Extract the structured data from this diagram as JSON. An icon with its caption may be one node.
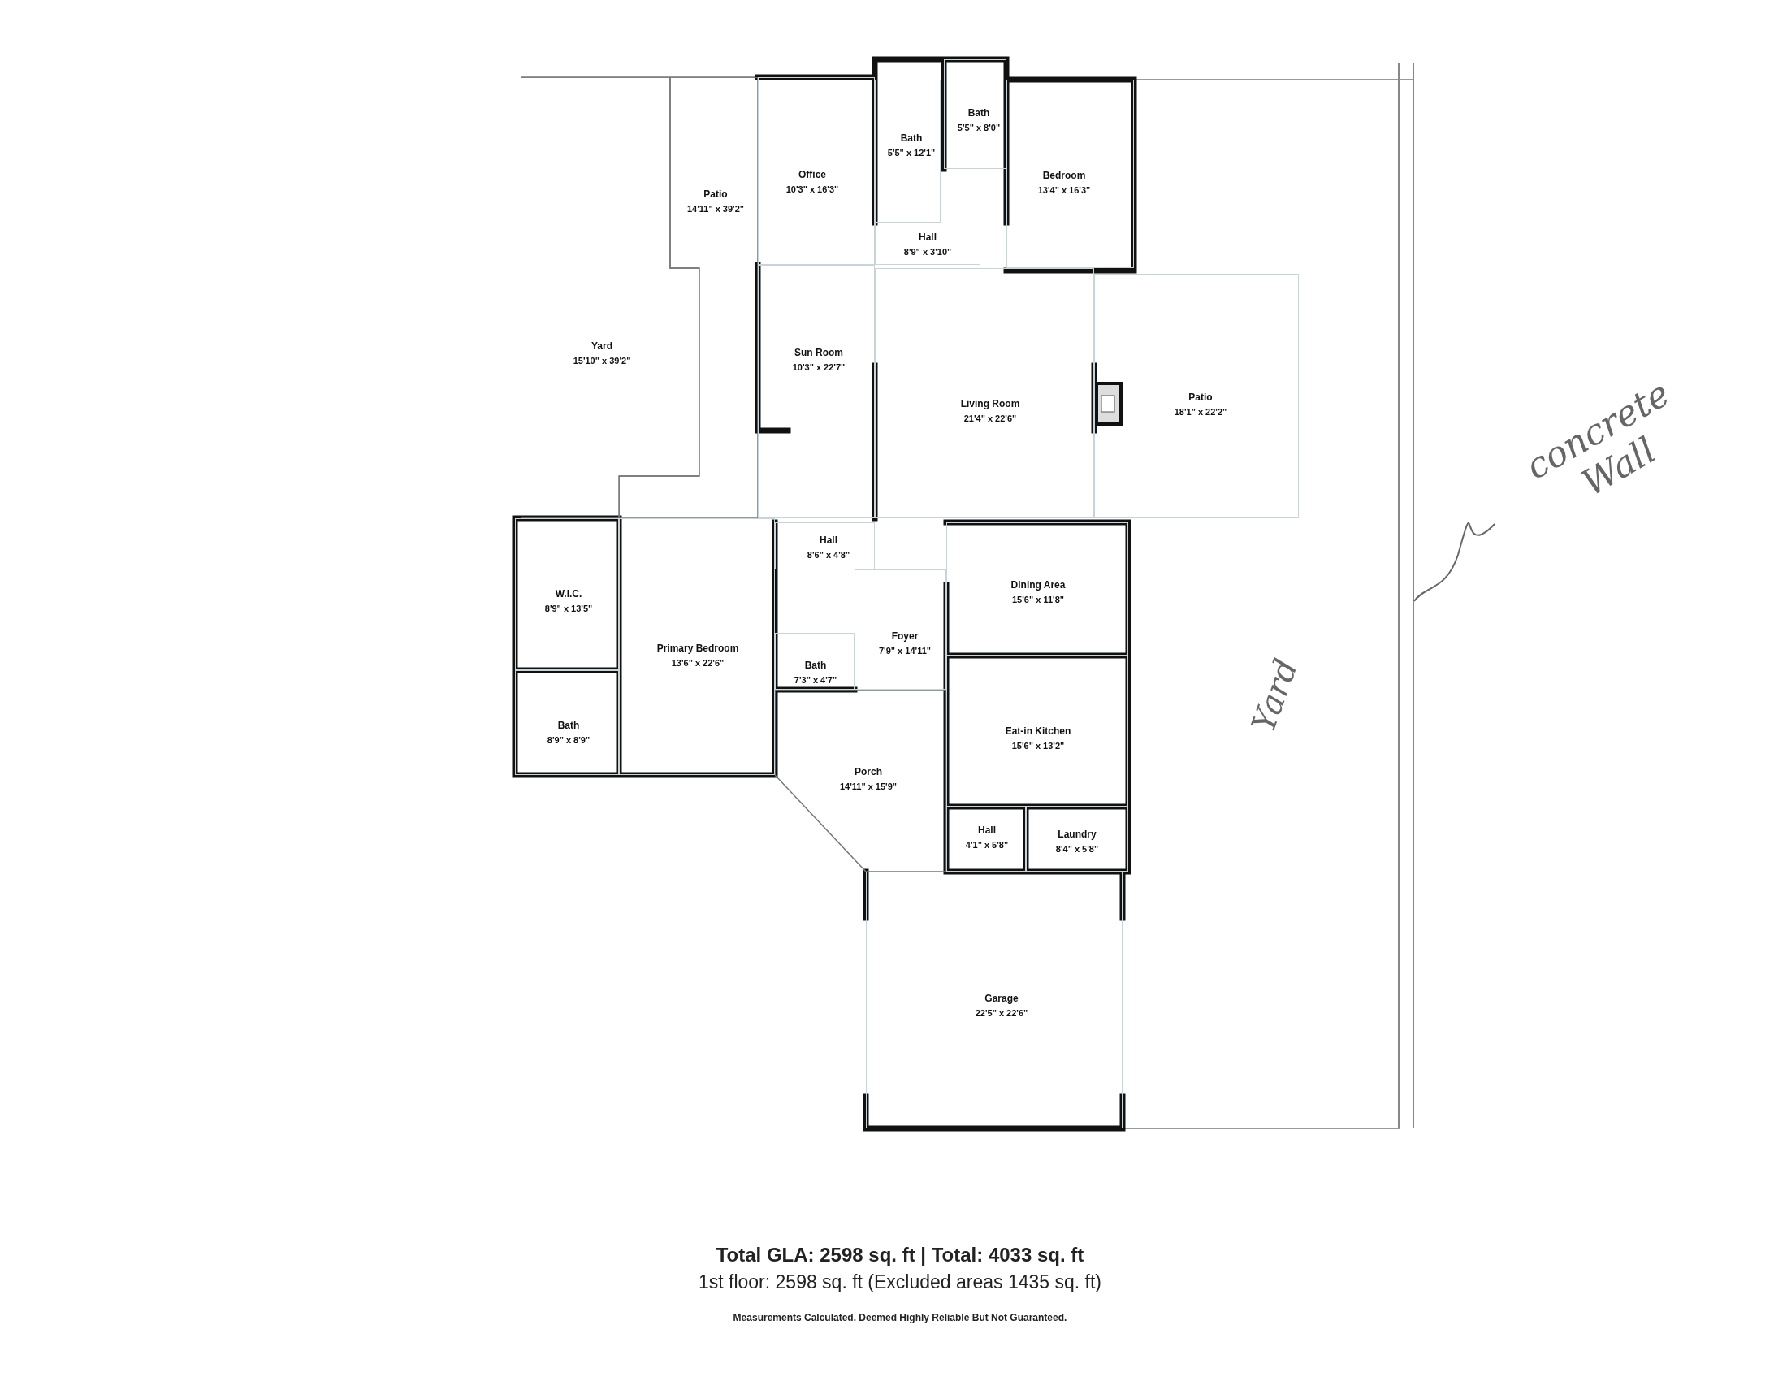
{
  "diagram": {
    "nodes": [
      {
        "text": [
          "Bath",
          "5'5\" x 8'0\""
        ]
      },
      {
        "text": [
          "Bath",
          "5'5\" x 12'1\""
        ]
      },
      {
        "text": [
          "Office",
          "10'3\" x 16'3\""
        ]
      },
      {
        "text": [
          "Bedroom",
          "13'4\" x 16'3\""
        ]
      },
      {
        "text": [
          "Patio",
          "14'11\" x 39'2\""
        ]
      },
      {
        "text": [
          "Yard",
          "15'10\" x 39'2\""
        ]
      },
      {
        "text": [
          "Hall",
          "8'9\" x 3'10\""
        ]
      },
      {
        "text": [
          "Sun Room",
          "10'3\" x 22'7\""
        ]
      },
      {
        "text": [
          "Living Room",
          "21'4\" x 22'6\""
        ]
      },
      {
        "text": [
          "Patio",
          "18'1\" x 22'2\""
        ]
      },
      {
        "text": [
          "concrete Wall"
        ]
      },
      {
        "text": [],
        "shape": "bar"
      },
      {
        "text": [
          "Hall",
          "8'6\" x 4'8\""
        ]
      },
      {
        "text": [
          "W.I.C.",
          "8'9\" x 13'5\""
        ]
      },
      {
        "text": [
          "Dining Area",
          "15'6\" x 11'8\""
        ]
      },
      {
        "text": [
          "Foyer",
          "7'9\" x 14'11\""
        ]
      },
      {
        "text": [
          "Primary Bedroom",
          "13'6\" x 22'6\""
        ]
      },
      {
        "text": [
          "Bath",
          "7'3\" x 4'7\""
        ]
      },
      {
        "text": [
          "Bath",
          "8'9\" x 8'9\""
        ]
      },
      {
        "text": [
          "Eat-in Kitchen",
          "15'6\" x 13'2\""
        ]
      },
      {
        "text": [
          "Porch",
          "14'11\" x 15'9\""
        ]
      },
      {
        "text": [
          "Hall",
          "4'1\" x 5'8\""
        ]
      },
      {
        "text": [
          "Laundry",
          "8'4\" x 5'8\""
        ]
      },
      {
        "text": [
          "Garage",
          "22'5\" x 22'6\""
        ]
      }
    ],
    "edges": [
      {
        "from": 10,
        "to": 11,
        "arrow": "none"
      }
    ],
    "labels": [
      "Yard",
      "Total GLA: 2598 sq. ft | Total: 4033 sq. ft",
      "1st floor: 2598 sq. ft (Excluded areas 1435 sq. ft)",
      "Measurements Calculated. Deemed Highly Reliable But Not Guaranteed."
    ]
  }
}
